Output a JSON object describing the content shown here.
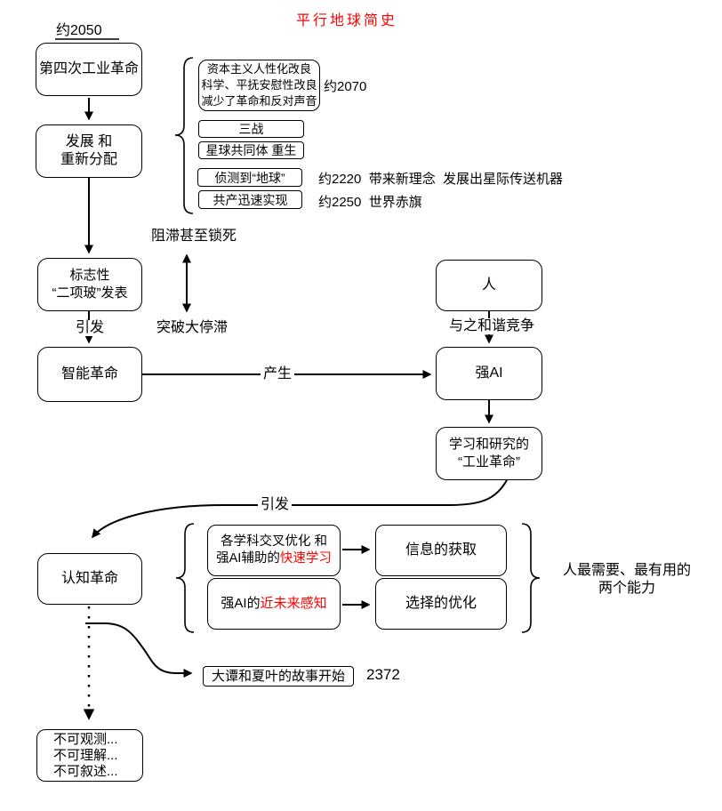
{
  "title": "平行地球简史",
  "colors": {
    "accent_red": "#ff0000",
    "line": "#000000",
    "background": "#ffffff"
  },
  "top_flow": {
    "year_2050": "约2050",
    "fourth_industrial_revolution": "第四次工业革命",
    "development": [
      "发展 和",
      "重新分配"
    ],
    "landmark": [
      "标志性",
      "“二项玻”发表"
    ],
    "trigger": "引发",
    "intelligence_revolution": "智能革命",
    "stagnation_label": "阻滞甚至锁死",
    "breakthrough_label": "突破大停滞",
    "produce_label": "产生"
  },
  "events": {
    "reform": [
      "资本主义人性化改良",
      "科学、平抚安慰性改良",
      "减少了革命和反对声音"
    ],
    "reform_year": "约2070",
    "world_war_3": "三战",
    "planet_community": "星球共同体 重生",
    "detect_earth": "侦测到“地球”",
    "detect_earth_note": "约2220  带来新理念  发展出星际传送机器",
    "communism": "共产迅速实现",
    "communism_note": "约2250  世界赤旗"
  },
  "ai_flow": {
    "human": "人",
    "harmony_label": "与之和谐竞争",
    "strong_ai": "强AI",
    "learning_revolution": [
      "学习和研究的",
      "“工业革命”"
    ],
    "trigger": "引发",
    "cognitive_revolution": "认知革命"
  },
  "abilities": {
    "fast_learning": {
      "line1": "各学科交叉优化 和",
      "line2_black": "强AI辅助的",
      "line2_red": "快速学习"
    },
    "future_sense": {
      "black": "强AI的",
      "red": "近未来感知"
    },
    "info_acquisition": "信息的获取",
    "choice_optimization": "选择的优化",
    "note": [
      "人最需要、最有用的",
      "两个能力"
    ]
  },
  "ending": {
    "story_start": "大谭和夏叶的故事开始",
    "story_year": "2372",
    "unknowable": [
      "不可观测...",
      "不可理解...",
      "不可叙述..."
    ]
  }
}
